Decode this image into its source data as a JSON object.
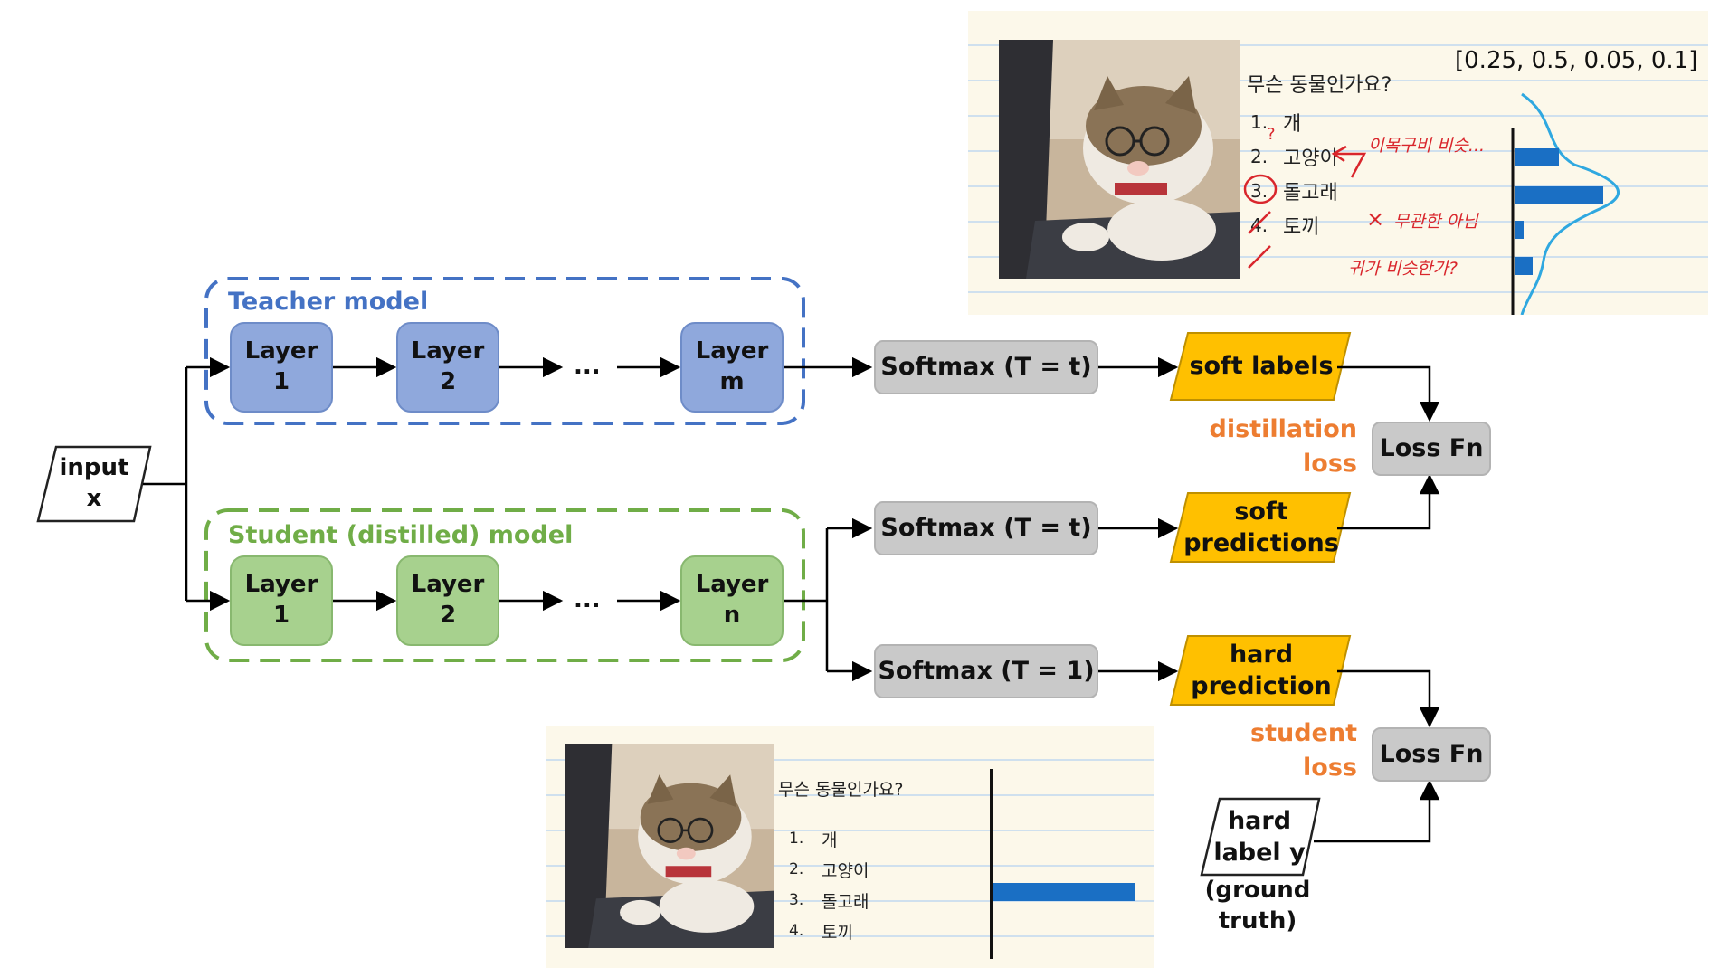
{
  "input": {
    "label": "input\nx"
  },
  "teacher": {
    "title": "Teacher model",
    "layers": [
      "Layer\n1",
      "Layer\n2",
      "Layer\nm"
    ],
    "ellipsis": "..."
  },
  "student": {
    "title": "Student (distilled) model",
    "layers": [
      "Layer\n1",
      "Layer\n2",
      "Layer\nn"
    ],
    "ellipsis": "..."
  },
  "softmax": {
    "teacher": "Softmax (T = t)",
    "student_soft": "Softmax (T = t)",
    "student_hard": "Softmax (T = 1)"
  },
  "outputs": {
    "soft_labels": "soft labels",
    "soft_predictions": "soft\npredictions",
    "hard_prediction": "hard\nprediction",
    "hard_label": "hard\nlabel y",
    "ground_truth": "(ground truth)"
  },
  "loss": {
    "distillation": "distillation\nloss",
    "student": "student\nloss",
    "loss_fn_1": "Loss Fn",
    "loss_fn_2": "Loss Fn"
  },
  "soft_panel": {
    "vector": "[0.25, 0.5, 0.05, 0.1]",
    "question": "무슨 동물인가요?",
    "options": [
      {
        "num": "1.",
        "label": "개"
      },
      {
        "num": "2.",
        "label": "고양이"
      },
      {
        "num": "3.",
        "label": "돌고래"
      },
      {
        "num": "4.",
        "label": "토끼"
      }
    ],
    "annotations": [
      "이목구비 비슷...",
      "무관한 아님",
      "귀가 비슷한가?"
    ],
    "probs": [
      0.25,
      0.5,
      0.05,
      0.1
    ]
  },
  "hard_panel": {
    "question": "무슨 동물인가요?",
    "options": [
      {
        "num": "1.",
        "label": "개"
      },
      {
        "num": "2.",
        "label": "고양이"
      },
      {
        "num": "3.",
        "label": "돌고래"
      },
      {
        "num": "4.",
        "label": "토끼"
      }
    ],
    "probs": [
      0,
      1,
      0,
      0
    ]
  },
  "colors": {
    "teacher_accent": "#4472c4",
    "student_accent": "#70ad47",
    "output_fill": "#ffc000",
    "loss_label": "#ed7d31",
    "bar": "#1a6fc4",
    "curve": "#2fa8e0",
    "annotation": "#d9262c"
  }
}
